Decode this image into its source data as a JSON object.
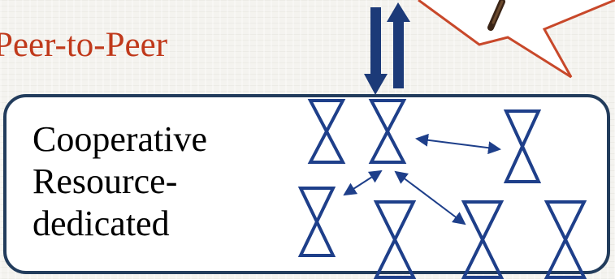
{
  "title": "Peer-to-Peer",
  "description_lines": [
    "Cooperative",
    "Resource-",
    "dedicated"
  ],
  "colors": {
    "title": "#c0391b",
    "box_border": "#223c5c",
    "node_stroke": "#1e3f8a",
    "link": "#1e3f8a",
    "big_arrow": "#1c3a78",
    "callout_border": "#c8482a"
  },
  "nodes": [
    {
      "id": "n1",
      "icon": "hourglass-icon"
    },
    {
      "id": "n2",
      "icon": "hourglass-icon"
    },
    {
      "id": "n3",
      "icon": "hourglass-icon"
    },
    {
      "id": "n4",
      "icon": "hourglass-icon"
    },
    {
      "id": "n5",
      "icon": "hourglass-icon"
    },
    {
      "id": "n6",
      "icon": "hourglass-icon"
    },
    {
      "id": "n7",
      "icon": "hourglass-icon"
    }
  ],
  "links": [
    {
      "from": "n2",
      "to": "n3"
    },
    {
      "from": "n2",
      "to": "n4"
    },
    {
      "from": "n2",
      "to": "n6"
    }
  ]
}
